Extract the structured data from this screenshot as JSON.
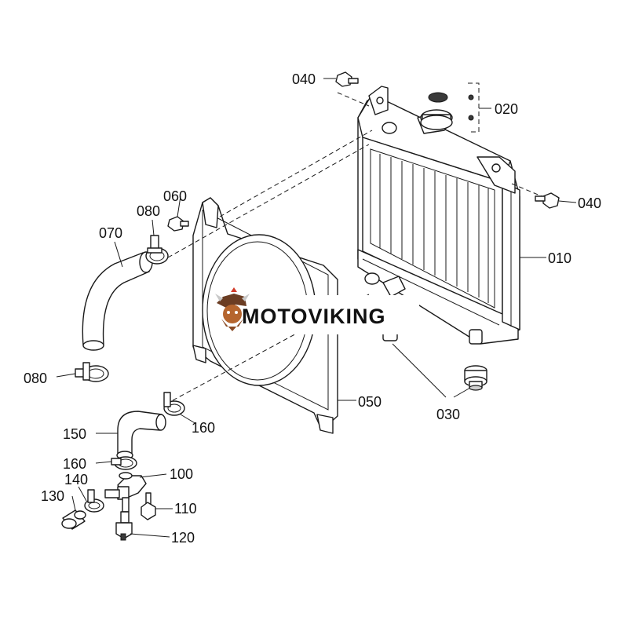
{
  "brand": {
    "text": "MOTOVIKING"
  },
  "labels": {
    "p010": "010",
    "p020": "020",
    "p030": "030",
    "p040_top": "040",
    "p040_right": "040",
    "p050": "050",
    "p060": "060",
    "p070": "070",
    "p080_top": "080",
    "p080_bottom": "080",
    "p100": "100",
    "p110": "110",
    "p120": "120",
    "p130": "130",
    "p140": "140",
    "p150": "150",
    "p160_right": "160",
    "p160_left": "160"
  }
}
